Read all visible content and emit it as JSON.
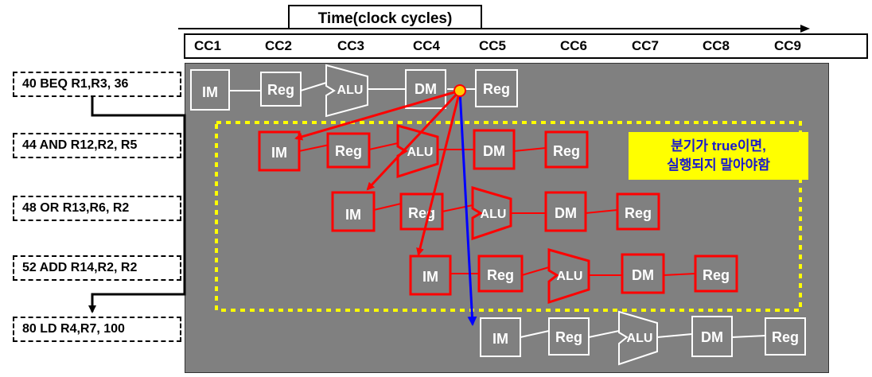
{
  "title": "Time(clock cycles)",
  "clock_cycles": [
    "CC1",
    "CC2",
    "CC3",
    "CC4",
    "CC5",
    "CC6",
    "CC7",
    "CC8",
    "CC9"
  ],
  "instructions": [
    "40 BEQ  R1,R3, 36",
    "44 AND  R12,R2, R5",
    "48 OR   R13,R6, R2",
    "52 ADD  R14,R2, R2",
    "80 LD  R4,R7, 100"
  ],
  "stages": {
    "im": "IM",
    "reg": "Reg",
    "alu": "ALU",
    "dm": "DM"
  },
  "note": [
    "분기가 true이면,",
    "실행되지 말아야함"
  ],
  "colors": {
    "panel": "#808080",
    "flushed": "#ff0000",
    "normal": "#ffffff",
    "branch_target_arrow": "#0000ff",
    "flush_box": "#ffff00"
  }
}
